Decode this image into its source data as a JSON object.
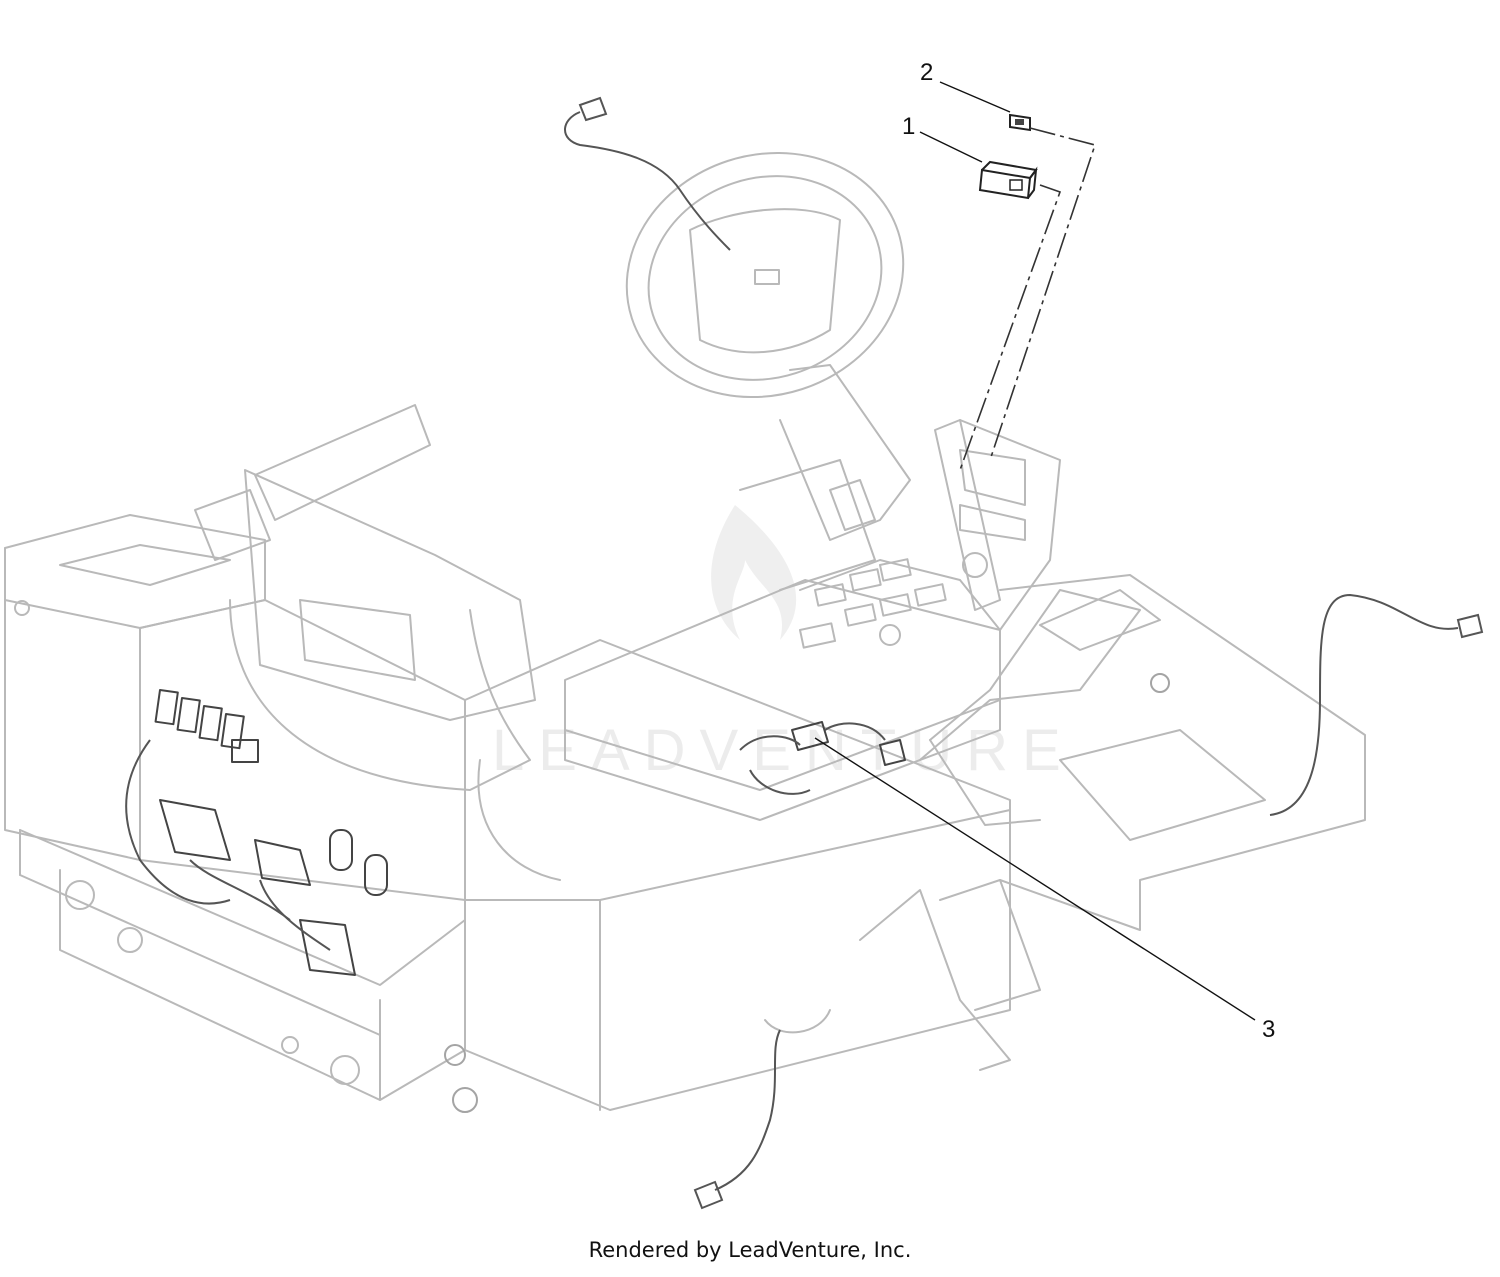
{
  "callouts": [
    {
      "id": "1",
      "label": "1"
    },
    {
      "id": "2",
      "label": "2"
    },
    {
      "id": "3",
      "label": "3"
    }
  ],
  "watermark": "LEADVENTURE",
  "footer": "Rendered by LeadVenture, Inc."
}
